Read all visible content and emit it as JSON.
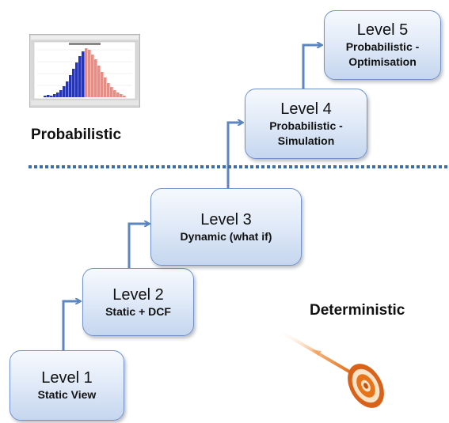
{
  "levels": [
    {
      "title": "Level 1",
      "desc": "Static View"
    },
    {
      "title": "Level 2",
      "desc": "Static + DCF"
    },
    {
      "title": "Level 3",
      "desc": "Dynamic (what if)"
    },
    {
      "title": "Level 4",
      "desc": "Probabilistic - Simulation"
    },
    {
      "title": "Level 5",
      "desc": "Probabilistic - Optimisation"
    }
  ],
  "labels": {
    "probabilistic": "Probabilistic",
    "deterministic": "Deterministic"
  },
  "colors": {
    "connector": "#5b86c0",
    "divider": "#3a6ea8",
    "box_border": "#6f93c8",
    "hist_blue": "#2233cc",
    "hist_red": "#f08a80",
    "target_orange": "#e8741a"
  },
  "icons": [
    "histogram-thumbnail-icon",
    "target-dart-icon"
  ]
}
